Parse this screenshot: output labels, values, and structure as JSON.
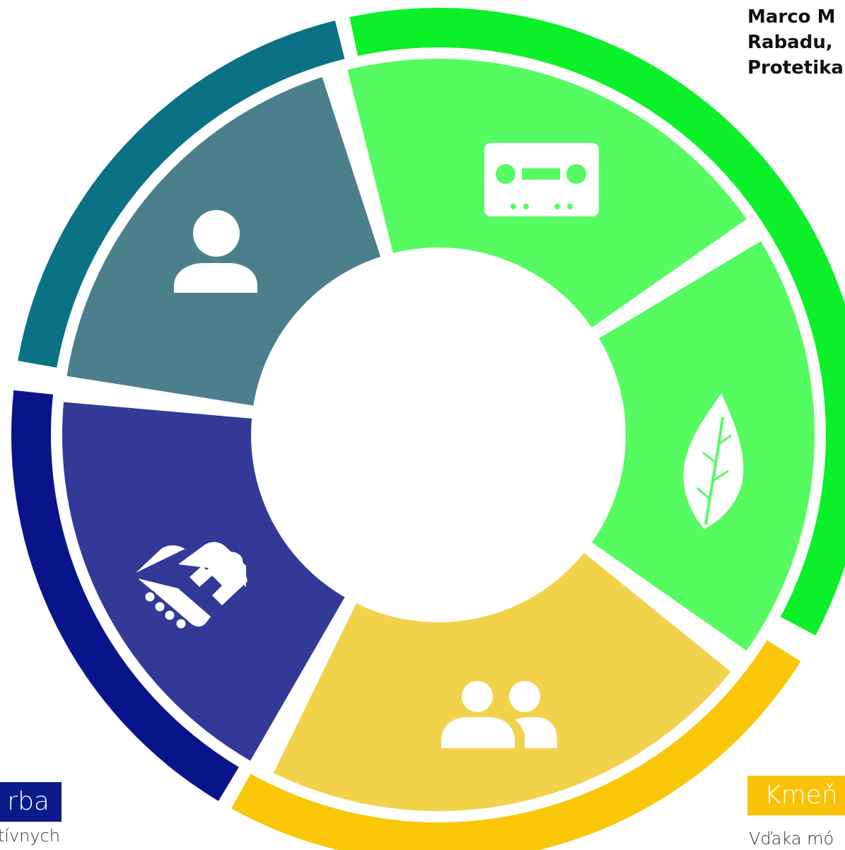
{
  "top_text": {
    "line1": "Marco M",
    "line2": "Rabadu,",
    "line3": "Protetika"
  },
  "badges": {
    "left": {
      "label": "rba",
      "color": "#0b1a8a"
    },
    "right": {
      "label": "Kmeň",
      "color": "#f9c207"
    }
  },
  "captions": {
    "left": "tívnych",
    "right": "Vďaka mó"
  },
  "segments": [
    {
      "name": "cassette",
      "icon": "cassette-icon",
      "inner_color": "#55fb60",
      "outer_color": "#0cf02a"
    },
    {
      "name": "leaf",
      "icon": "leaf-icon",
      "inner_color": "#55fb60",
      "outer_color": "#0cf02a"
    },
    {
      "name": "group",
      "icon": "group-icon",
      "inner_color": "#f3d24b",
      "outer_color": "#f9c707"
    },
    {
      "name": "handshake",
      "icon": "handshake-icon",
      "inner_color": "#323996",
      "outer_color": "#0a148a"
    },
    {
      "name": "person",
      "icon": "person-icon",
      "inner_color": "#4a7f8b",
      "outer_color": "#0b7185"
    }
  ]
}
